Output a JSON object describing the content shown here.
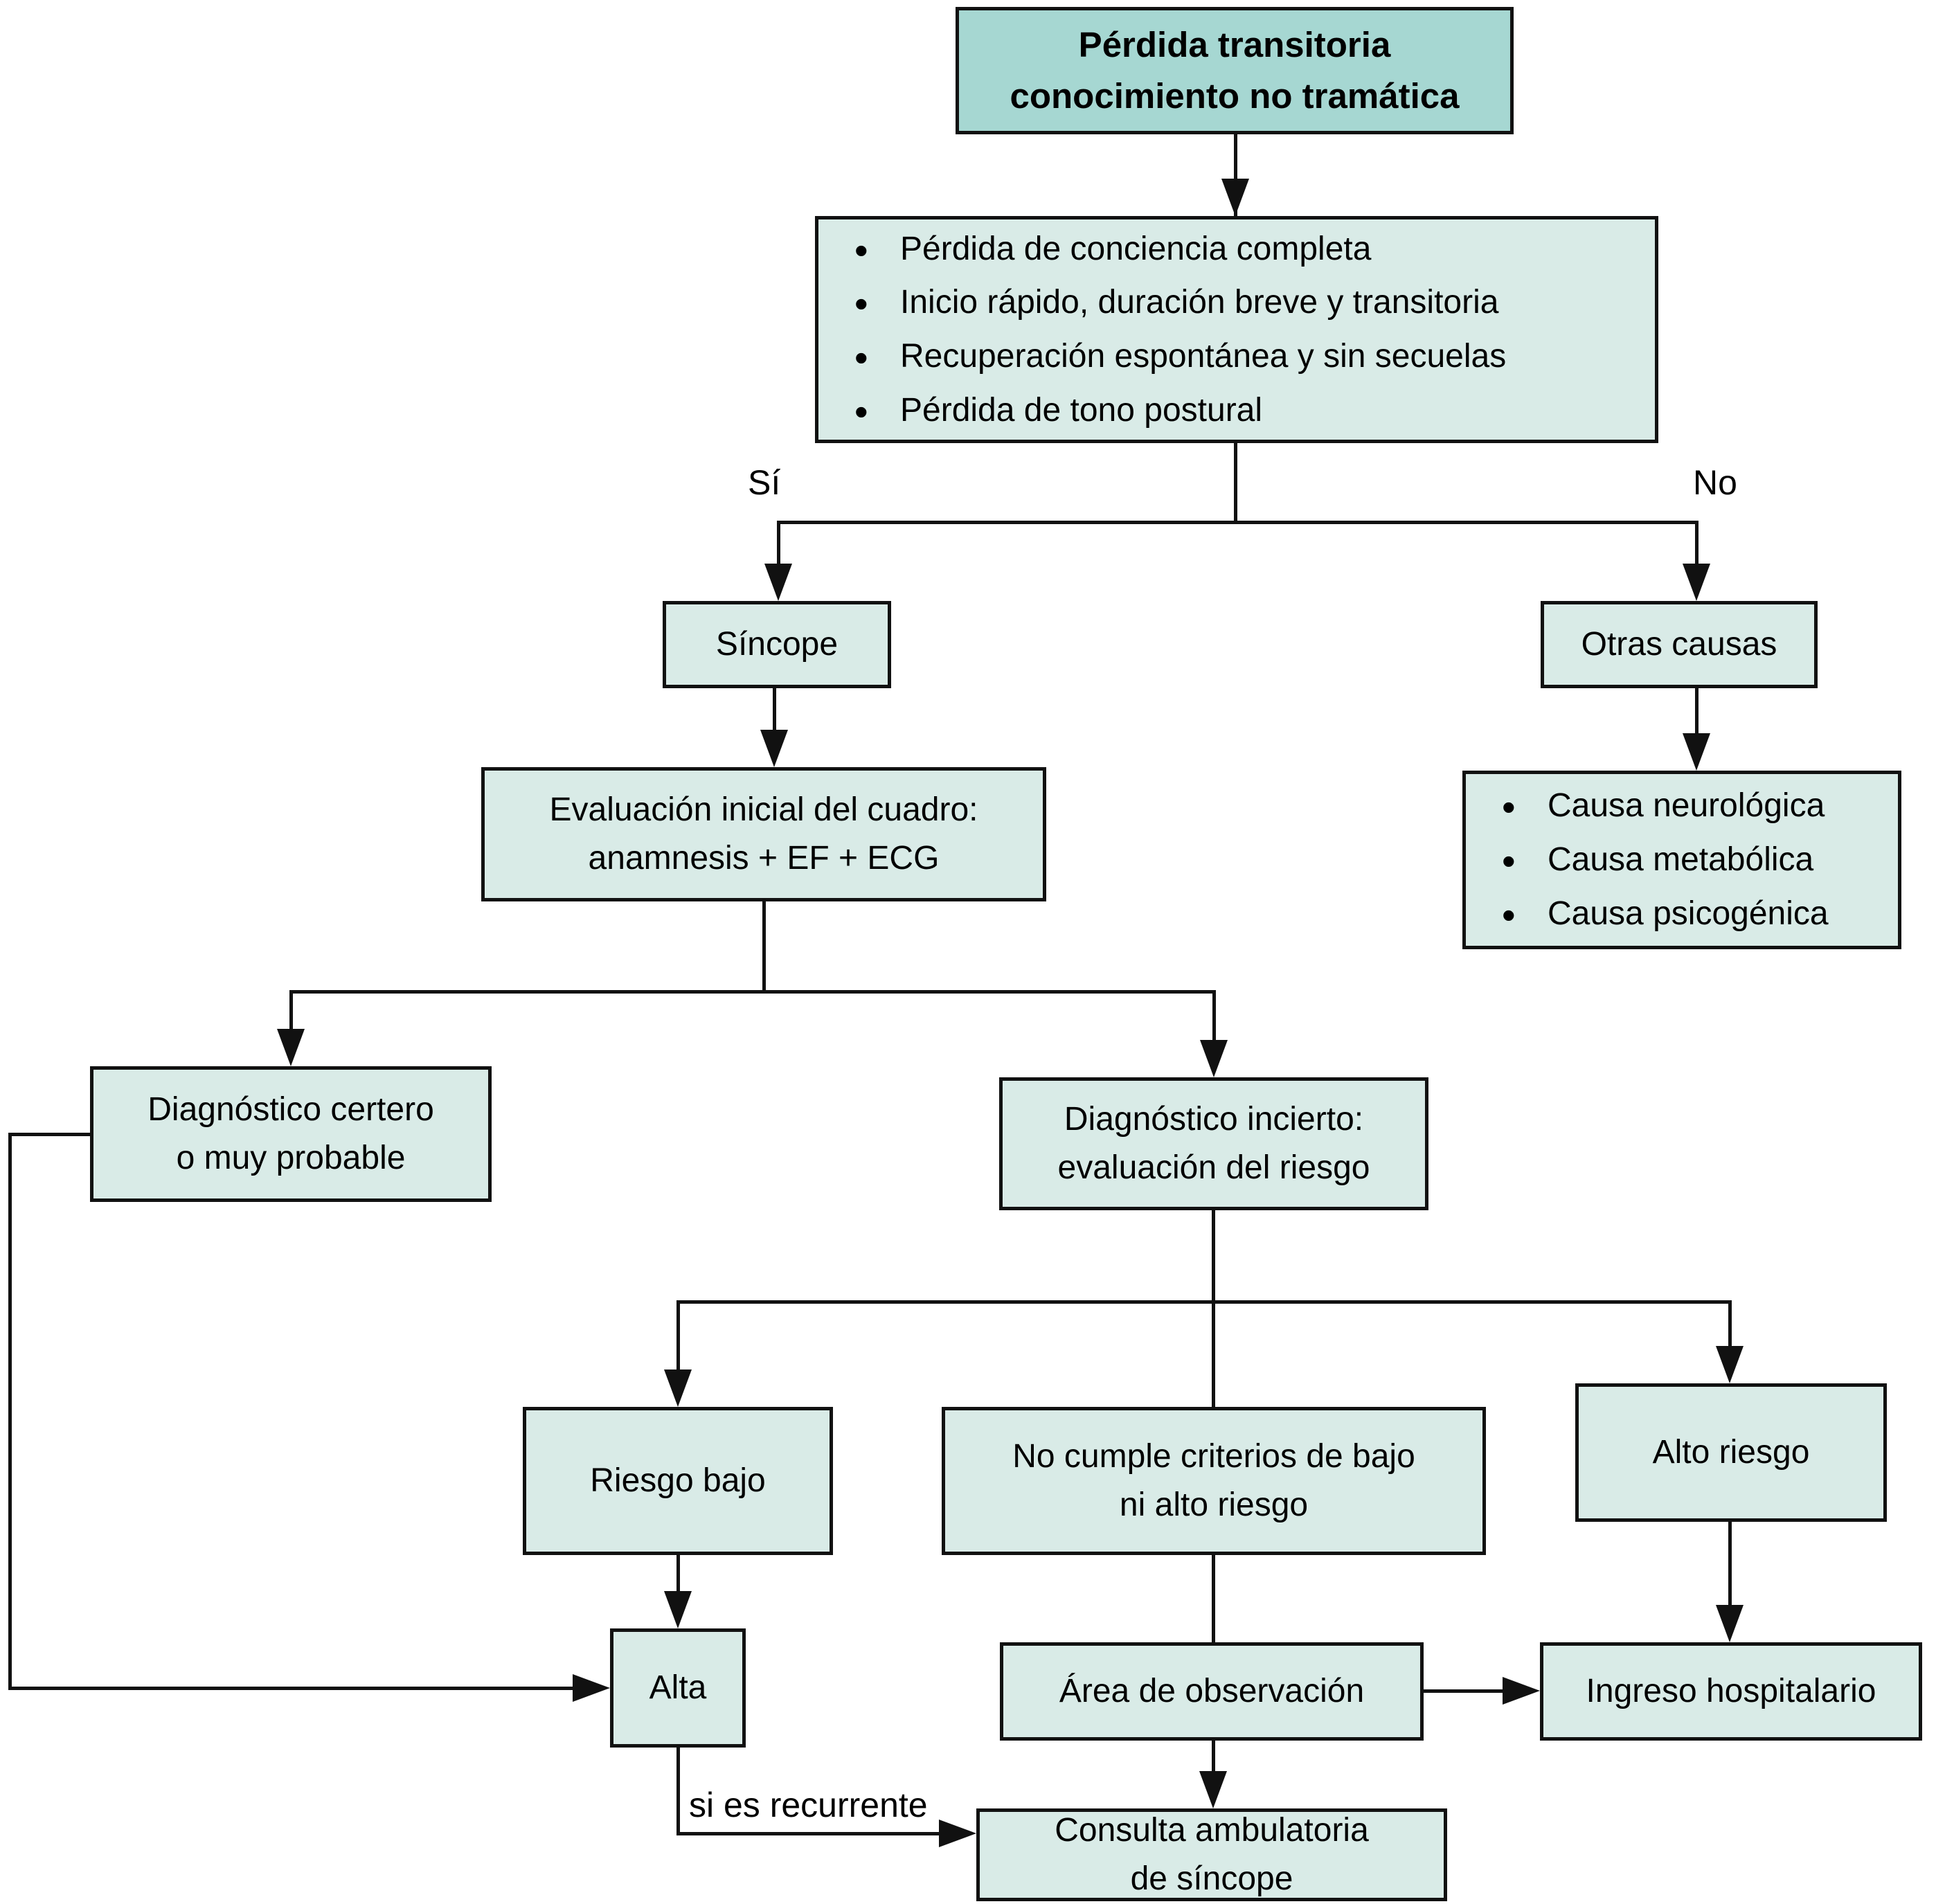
{
  "colors": {
    "header_bg": "#a6d7d2",
    "box_bg": "#d9ebe7",
    "line": "#111111"
  },
  "nodes": {
    "root": {
      "line1": "Pérdida transitoria",
      "line2": "conocimiento no tramática"
    },
    "criteria": {
      "items": [
        "Pérdida de conciencia completa",
        "Inicio rápido, duración breve y transitoria",
        "Recuperación espontánea y sin secuelas",
        "Pérdida de tono postural"
      ]
    },
    "sincope": {
      "label": "Síncope"
    },
    "otras_causas": {
      "label": "Otras causas"
    },
    "evaluacion": {
      "line1": "Evaluación inicial del cuadro:",
      "line2": "anamnesis + EF + ECG"
    },
    "causas": {
      "items": [
        "Causa neurológica",
        "Causa metabólica",
        "Causa psicogénica"
      ]
    },
    "certero": {
      "line1": "Diagnóstico certero",
      "line2": "o muy probable"
    },
    "incierto": {
      "line1": "Diagnóstico incierto:",
      "line2": "evaluación del riesgo"
    },
    "riesgo_bajo": {
      "label": "Riesgo bajo"
    },
    "no_cumple": {
      "line1": "No cumple criterios de bajo",
      "line2": "ni alto riesgo"
    },
    "alto_riesgo": {
      "label": "Alto riesgo"
    },
    "alta": {
      "label": "Alta"
    },
    "area_observacion": {
      "label": "Área de observación"
    },
    "ingreso": {
      "label": "Ingreso hospitalario"
    },
    "consulta": {
      "line1": "Consulta ambulatoria",
      "line2": "de síncope"
    }
  },
  "edge_labels": {
    "yes": "Sí",
    "no": "No",
    "recurrente": "si es recurrente"
  }
}
